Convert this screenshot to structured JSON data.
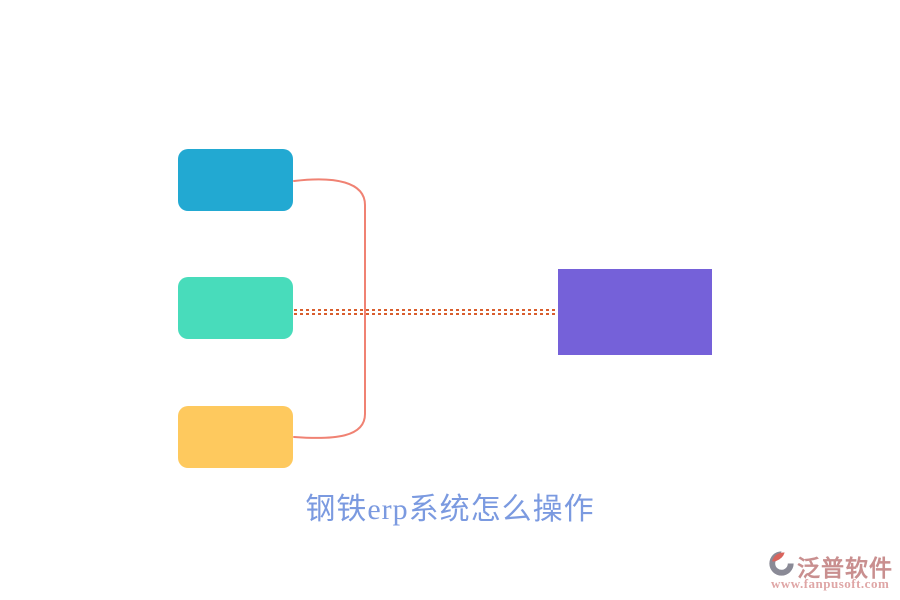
{
  "diagram": {
    "title": "钢铁erp系统怎么操作",
    "title_color": "#7B9AE0",
    "boxes": [
      {
        "id": "top-left",
        "shape": "rounded-rect",
        "color": "#22A9D2"
      },
      {
        "id": "middle-left",
        "shape": "rounded-rect",
        "color": "#48DCBB"
      },
      {
        "id": "bottom-left",
        "shape": "rounded-rect",
        "color": "#FEC95E"
      },
      {
        "id": "right",
        "shape": "rect",
        "color": "#7561D9"
      }
    ],
    "connectors": {
      "bracket_color": "#F08273",
      "dashed_color": "#D95E2E"
    }
  },
  "watermark": {
    "brand": "泛普软件",
    "url": "www.fanpusoft.com",
    "brand_color": "#C98F8F",
    "url_color": "#DFA6A6",
    "icon": "fanpu-logo-icon"
  }
}
